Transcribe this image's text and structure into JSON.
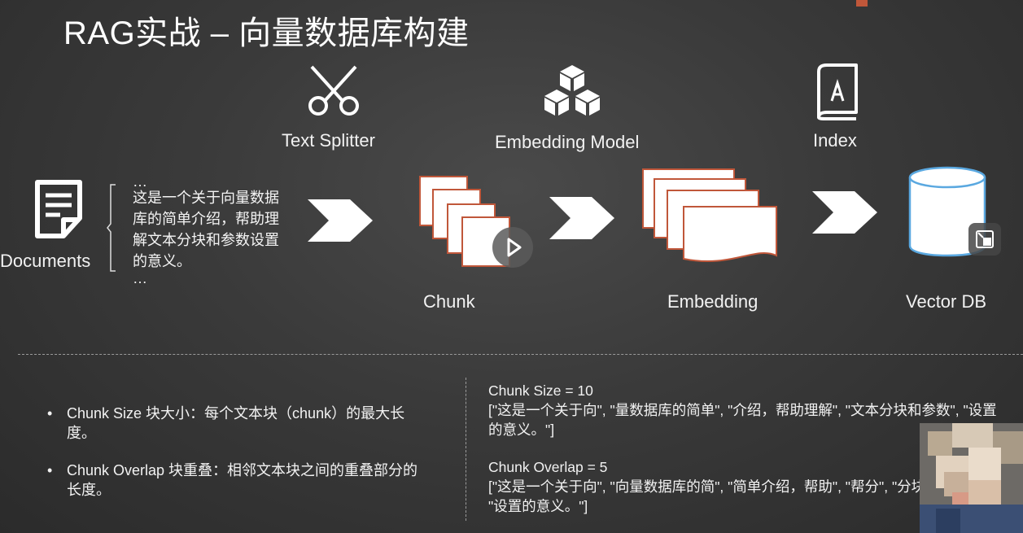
{
  "title": "RAG实战 – 向量数据库构建",
  "pipeline": {
    "documents_label": "Documents",
    "doc_text": {
      "ellipsis_top": "…",
      "body": "这是一个关于向量数据库的简单介绍，帮助理解文本分块和参数设置的意义。",
      "ellipsis_bottom": "…"
    },
    "text_splitter_label": "Text Splitter",
    "embedding_model_label": "Embedding Model",
    "index_label": "Index",
    "chunk_label": "Chunk",
    "embedding_label": "Embedding",
    "vector_db_label": "Vector DB"
  },
  "bullets": [
    "Chunk Size 块大小：每个文本块（chunk）的最大长度。",
    "Chunk Overlap 块重叠：相邻文本块之间的重叠部分的长度。"
  ],
  "examples": {
    "size_heading": "Chunk Size = 10",
    "size_result": "[\"这是一个关于向\", \"量数据库的简单\", \"介绍，帮助理解\", \"文本分块和参数\", \"设置的意义。\"]",
    "overlap_heading": "Chunk Overlap = 5",
    "overlap_result": "[\"这是一个关于向\", \"向量数据库的简\", \"简单介绍，帮助\", \"帮分\", \"分块和参数设置\", \"设置的意义。\"]"
  },
  "colors": {
    "background": "#3a3a3a",
    "accent_orange": "#c0573a",
    "cylinder_blue": "#5aa8e0"
  },
  "icons": {
    "documents": "document-icon",
    "splitter": "scissors-icon",
    "embedding_model": "cubes-icon",
    "index": "book-icon",
    "arrow": "chevron-arrow-icon",
    "chunk": "stacked-pages-icon",
    "embedding": "stacked-vectors-icon",
    "vector_db": "cylinder-icon",
    "play": "play-icon",
    "expand": "expand-icon"
  }
}
